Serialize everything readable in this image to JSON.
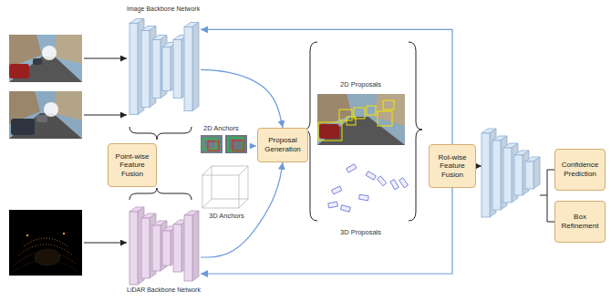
{
  "diagram": {
    "nodes": [
      {
        "text": [
          "Image Backbone Network"
        ]
      },
      {
        "text": [
          "Point-wise Feature Fusion"
        ]
      },
      {
        "text": [
          "LiDAR Backbone Network"
        ]
      },
      {
        "text": [
          "Proposal Generation"
        ]
      },
      {
        "text": [
          "RoI-wise Feature Fusion"
        ]
      },
      {
        "text": [
          "Confidence Prediction"
        ]
      },
      {
        "text": [
          "Box Refinement"
        ]
      }
    ],
    "edges": [
      {
        "from": 0,
        "to": 3,
        "arrow": "to"
      },
      {
        "from": 2,
        "to": 3,
        "arrow": "to"
      },
      {
        "from": 4,
        "to": 0,
        "arrow": "to"
      },
      {
        "from": 4,
        "to": 2,
        "arrow": "to"
      }
    ],
    "labels": [
      "2D Anchors",
      "3D Anchors",
      "2D Proposals",
      "3D Proposals"
    ]
  }
}
